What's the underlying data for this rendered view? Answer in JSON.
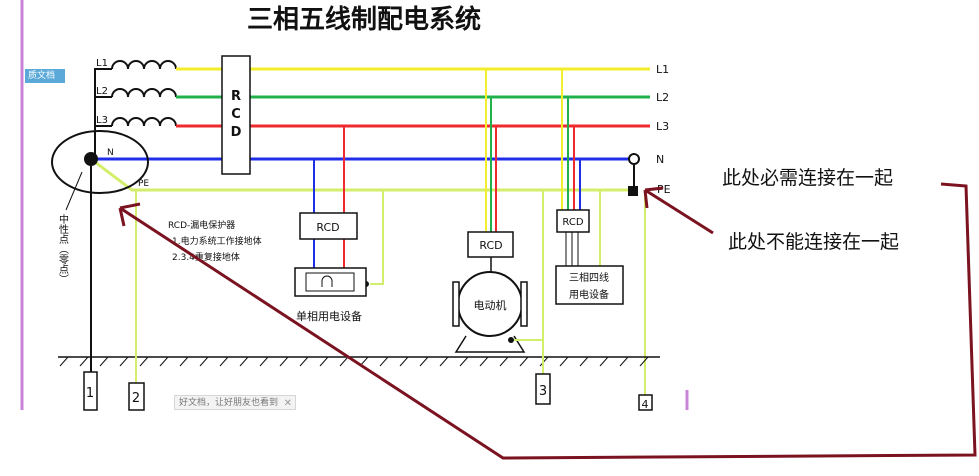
{
  "title": "三相五线制配电系统",
  "lines": {
    "l1": "L1",
    "l2": "L2",
    "l3": "L3",
    "n": "N",
    "pe": "PE"
  },
  "neutral_point_label": "中性点（零点）",
  "rcd_main": "RCD",
  "legend": [
    "RCD-漏电保护器",
    "1.电力系统工作接地体",
    "2.3.4重复接地体"
  ],
  "devices": {
    "rcd": "RCD",
    "single_phase": "单相用电设备",
    "motor": "电动机",
    "three_phase_four_wire": "三相四线用电设备"
  },
  "ground_numbers": [
    "1",
    "2",
    "3",
    "4"
  ],
  "annotations": {
    "must_connect": "此处必需连接在一起",
    "cannot_connect": "此处不能连接在一起"
  },
  "side_badge": "质文档",
  "ad_text": "好文档，让好朋友也看到",
  "ad_close": "✕",
  "colors": {
    "l1": "#f2ee2b",
    "l2": "#22b04b",
    "l3": "#ee2a2e",
    "n": "#1f2ee8",
    "pe": "#d3ee6a",
    "arrow": "#7b1220"
  }
}
